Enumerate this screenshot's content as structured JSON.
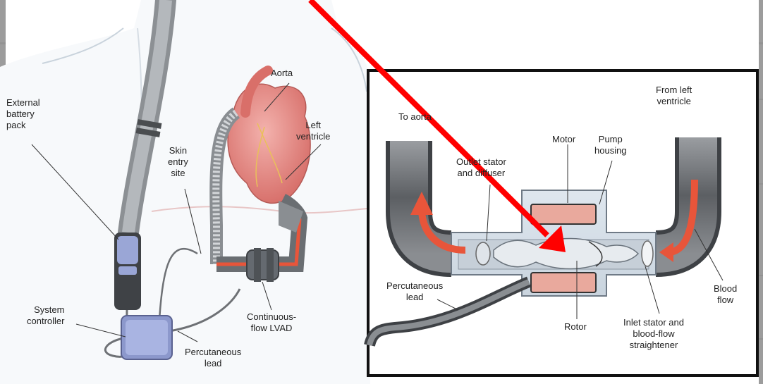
{
  "left_panel": {
    "labels": {
      "aorta": "Aorta",
      "left_ventricle": "Left\nventricle",
      "external_battery": "External\nbattery\npack",
      "skin_entry": "Skin\nentry\nsite",
      "system_controller": "System\ncontroller",
      "continuous_flow": "Continuous-\nflow LVAD",
      "percutaneous_lead": "Percutaneous\nlead"
    }
  },
  "right_panel": {
    "labels": {
      "to_aorta": "To aorta",
      "from_left_ventricle": "From left\nventricle",
      "motor": "Motor",
      "pump_housing": "Pump\nhousing",
      "outlet_stator": "Outlet stator\nand diffuser",
      "percutaneous_lead": "Percutaneous\nlead",
      "rotor": "Rotor",
      "inlet_stator": "Inlet stator and\nblood-flow\nstraightener",
      "blood_flow": "Blood\nflow"
    }
  },
  "colors": {
    "pointer_arrow": "#ff0000",
    "flow_arrow": "#e8553a",
    "motor": "#e9a99d",
    "tube": "#6f7276",
    "controller": "#9aa6d6",
    "heart": "#e48a86"
  }
}
